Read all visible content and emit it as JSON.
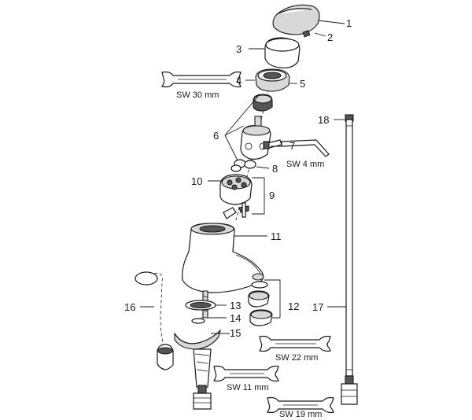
{
  "callouts": [
    "1",
    "2",
    "3",
    "4",
    "5",
    "6",
    "7",
    "8",
    "9",
    "10",
    "11",
    "12",
    "13",
    "14",
    "15",
    "16",
    "17",
    "18"
  ],
  "wrench_sizes": {
    "sw30": "SW 30 mm",
    "sw4": "SW 4 mm",
    "sw22": "SW 22 mm",
    "sw11": "SW 11 mm",
    "sw19": "SW 19 mm"
  }
}
